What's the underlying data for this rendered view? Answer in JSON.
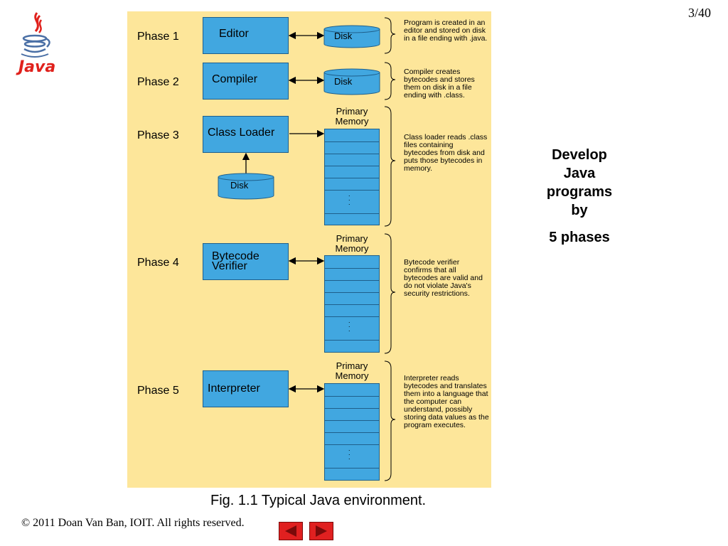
{
  "slide_number": "3/40",
  "logo": {
    "text": "Java",
    "icon": "java-coffee-cup-icon"
  },
  "diagram": {
    "phases": [
      {
        "label": "Phase 1",
        "box": "Editor",
        "target": "Disk",
        "description": "Program is created in an editor and stored on disk in a file ending with .java."
      },
      {
        "label": "Phase 2",
        "box": "Compiler",
        "target": "Disk",
        "description": "Compiler creates bytecodes and stores them on disk in a file ending with .class."
      },
      {
        "label": "Phase 3",
        "box": "Class Loader",
        "disk": "Disk",
        "memory_title": "Primary Memory",
        "description": "Class loader reads .class files containing bytecodes from disk and puts those bytecodes in memory."
      },
      {
        "label": "Phase 4",
        "box_line1": "Bytecode",
        "box_line2": "Verifier",
        "memory_title": "Primary Memory",
        "description": "Bytecode verifier confirms that all bytecodes are valid and do not violate Java's security restrictions."
      },
      {
        "label": "Phase 5",
        "box": "Interpreter",
        "memory_title": "Primary Memory",
        "description": "Interpreter reads bytecodes and translates them into a language that the computer can understand, possibly storing data values as the program executes."
      }
    ]
  },
  "side_title": {
    "line1": "Develop",
    "line2": "Java",
    "line3": "programs",
    "line4": "by",
    "line5": "5 phases"
  },
  "caption": "Fig. 1.1 Typical Java environment.",
  "copyright": "© 2011 Doan Van Ban, IOIT.  All rights reserved.",
  "colors": {
    "panel": "#fde69a",
    "box": "#41a7e0",
    "nav": "#e02020"
  }
}
